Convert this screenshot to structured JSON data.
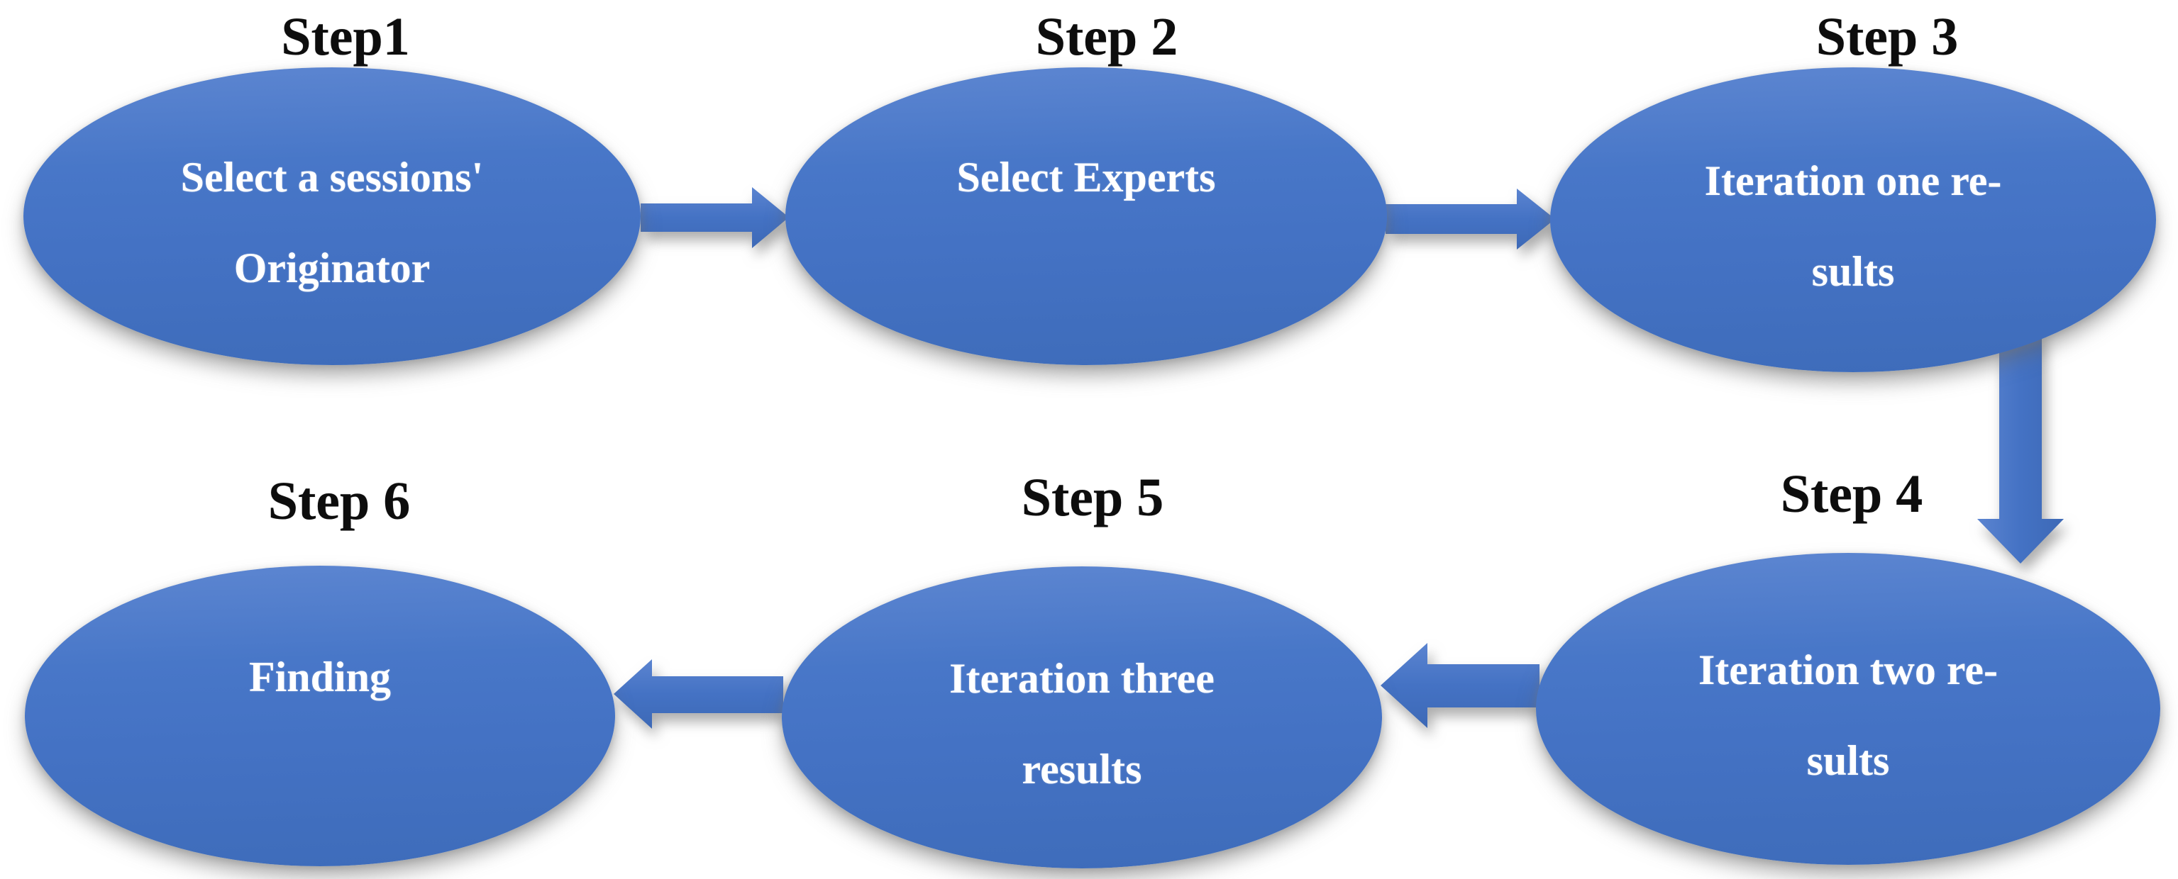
{
  "diagram": {
    "title": "Six-step process flow",
    "background": "#ffffff",
    "colors": {
      "ellipse_fill_top": "#5d86d1",
      "ellipse_fill_main": "#4472c4",
      "ellipse_fill_bottom": "#3e6cba",
      "arrow_fill": "#4472c4",
      "label_text": "#0d0d0d",
      "ellipse_text": "#ffffff"
    }
  },
  "steps": [
    {
      "id": "step1",
      "label": "Step1",
      "line1": "Select a sessions'",
      "line2": "Originator"
    },
    {
      "id": "step2",
      "label": "Step 2",
      "line1": "Select Experts",
      "line2": ""
    },
    {
      "id": "step3",
      "label": "Step 3",
      "line1": "Iteration one re-",
      "line2": "sults"
    },
    {
      "id": "step4",
      "label": "Step 4",
      "line1": "Iteration two re-",
      "line2": "sults"
    },
    {
      "id": "step5",
      "label": "Step 5",
      "line1": "Iteration three",
      "line2": "results"
    },
    {
      "id": "step6",
      "label": "Step 6",
      "line1": "Finding",
      "line2": ""
    }
  ],
  "arrows": [
    {
      "from": "Step1",
      "to": "Step 2",
      "direction": "right"
    },
    {
      "from": "Step 2",
      "to": "Step 3",
      "direction": "right"
    },
    {
      "from": "Step 3",
      "to": "Step 4",
      "direction": "down"
    },
    {
      "from": "Step 4",
      "to": "Step 5",
      "direction": "left"
    },
    {
      "from": "Step 5",
      "to": "Step 6",
      "direction": "left"
    }
  ]
}
